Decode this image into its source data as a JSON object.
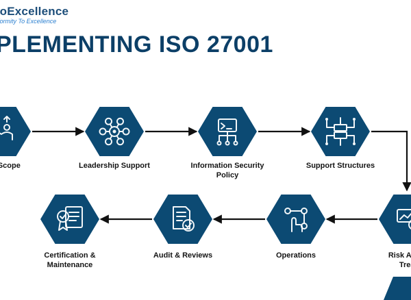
{
  "brand": {
    "name": "xoExcellence",
    "tagline": "nformity To Excellence"
  },
  "title": "PLEMENTING ISO 27001",
  "colors": {
    "hexagon": "#0c4a73",
    "arrow": "#111111",
    "title": "#0c3f67",
    "brand": "#1d4e7a"
  },
  "steps": [
    {
      "label_lines": [
        "and Scope"
      ],
      "icon": "people-growth-icon"
    },
    {
      "label_lines": [
        "Leadership Support"
      ],
      "icon": "gear-network-icon"
    },
    {
      "label_lines": [
        "Information Security",
        "Policy"
      ],
      "icon": "security-policy-icon"
    },
    {
      "label_lines": [
        "Support Structures"
      ],
      "icon": "network-server-icon"
    },
    {
      "label_lines": [
        "Risk Asses",
        "Treat"
      ],
      "icon": "risk-magnifier-icon"
    },
    {
      "label_lines": [
        "Operations"
      ],
      "icon": "workflow-touch-icon"
    },
    {
      "label_lines": [
        "Audit & Reviews"
      ],
      "icon": "document-check-icon"
    },
    {
      "label_lines": [
        "Certification &",
        "Maintenance"
      ],
      "icon": "certificate-icon"
    }
  ]
}
